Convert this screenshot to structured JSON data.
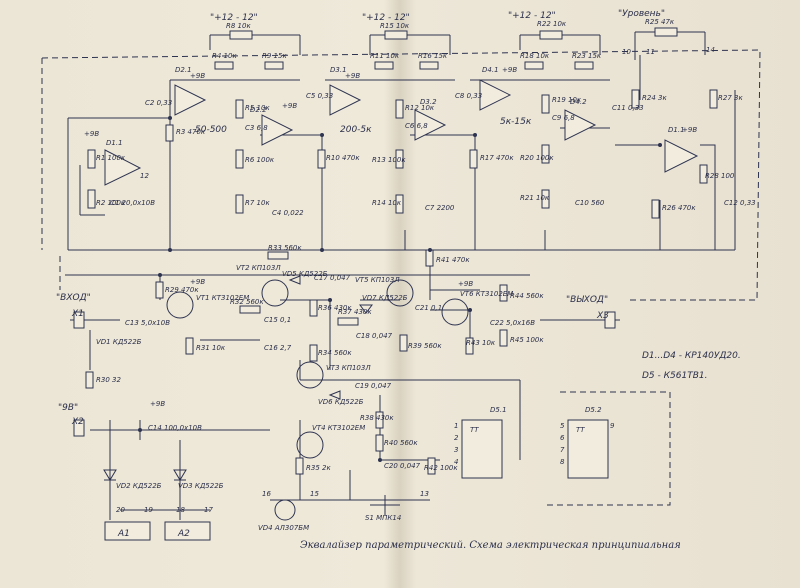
{
  "title": "Эквалайзер параметрический. Схема электрическая принципиальная",
  "legend": [
    "D1...D4 - КР140УД20.",
    "D5 - К561ТВ1."
  ],
  "connectors": {
    "input": "\"ВХОД\"",
    "output": "\"ВЫХОД\"",
    "power": "\"9В\"",
    "x1": "X1",
    "x2": "X2",
    "x3": "X3"
  },
  "supply_labels": [
    "\"+12 - 12\"",
    "\"+12 - 12\"",
    "\"+12 - 12\"",
    "\"Уровень\""
  ],
  "band_labels": [
    "50-500",
    "200-5к",
    "5к-15к"
  ],
  "opamps": [
    "D1.1",
    "D2.1",
    "D2.2",
    "D3.1",
    "D3.2",
    "D4.1",
    "D4.2",
    "D1.1"
  ],
  "transistors": [
    "VT1",
    "VT2",
    "VT3",
    "VT4",
    "VT5",
    "VT6"
  ],
  "logic": [
    "D5.1",
    "D5.2"
  ],
  "blocks": [
    "A1",
    "A2"
  ],
  "switch": "S1 МПК14",
  "led": "VD4 АЛ307БМ",
  "components": {
    "top": [
      "R8 10к",
      "R4 10к",
      "R9 15к",
      "R15 10к",
      "R11 10к",
      "R16 15к",
      "R22 10к",
      "R18 10к",
      "R23 15к",
      "R25 47к"
    ],
    "mid": [
      "R1 100к",
      "R2 100к",
      "C1 20,0x10B",
      "C2 0,33",
      "R3 470к",
      "R5 10к",
      "C3 6,8",
      "R6 100к",
      "R7 10к",
      "C4 0,022",
      "C5 0,33",
      "R10 470к",
      "R12 10к",
      "C6 6,8",
      "R13 100к",
      "R14 10к",
      "C7 2200",
      "C8 0,33",
      "R17 470к",
      "R19 10к",
      "C9 6,8",
      "R20 100к",
      "R21 10к",
      "C10 560",
      "C11 0,33",
      "R24 3к",
      "R27 3к",
      "R26 470к",
      "R28 100",
      "C12 0,33"
    ],
    "lower": [
      "R29 470к",
      "C13 5,0x10B",
      "R33 560к",
      "R31 10к",
      "R32 560к",
      "C15 0,1",
      "C16 2,7",
      "R36 430к",
      "R37 430к",
      "C17 0,047",
      "C18 0,047",
      "R34 560к",
      "R41 470к",
      "C21 0,1",
      "R39 560к",
      "R43 10к",
      "R44 560к",
      "R45 100к",
      "C22 5,0x16B",
      "R30 32",
      "C14 100,0x10B",
      "R38 430к",
      "R40 560к",
      "C19 0,047",
      "C20 0,047",
      "R42 100к",
      "R35 2к"
    ],
    "semis": [
      "VD1 КД522Б",
      "VD2 КД522Б",
      "VD3 КД522Б",
      "VD5 КД522Б",
      "VD6 КД522Б",
      "VD7 КД522Б",
      "VT1 КТ3102ЕМ",
      "VT2 КП103Л",
      "VT3 КП103Л",
      "VT4 КТ3102ЕМ",
      "VT5 КП103Л",
      "VT6 КТ3102ЕМ"
    ]
  },
  "pin_numbers": [
    "14",
    "10",
    "11",
    "12",
    "15",
    "13",
    "16",
    "20",
    "19",
    "18",
    "17",
    "1",
    "2",
    "3",
    "4",
    "5",
    "6",
    "7",
    "8",
    "9"
  ],
  "power_labels": [
    "+9В",
    "+9В",
    "+9В",
    "+9В",
    "+9В",
    "+9В",
    "+9В",
    "+9В",
    "+9В"
  ]
}
